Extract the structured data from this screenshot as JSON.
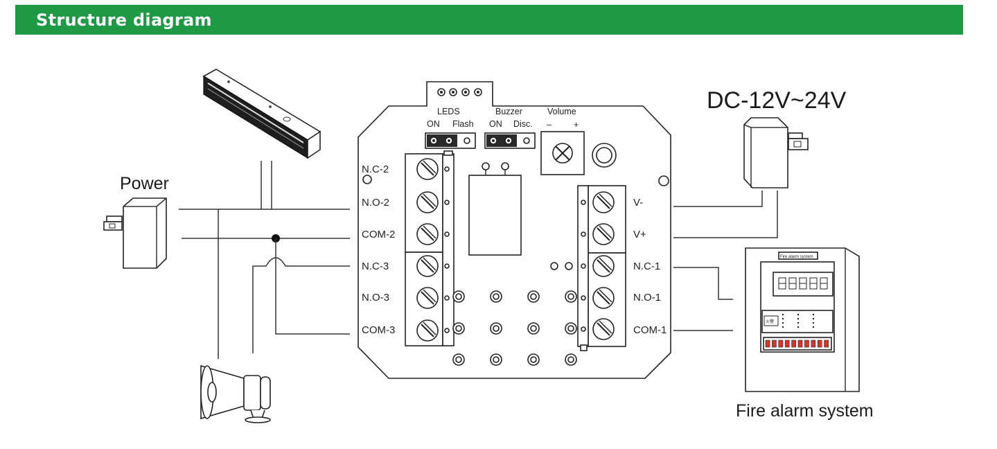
{
  "header": {
    "title": "Structure diagram"
  },
  "board": {
    "leds_label": "LEDS",
    "leds_on": "ON",
    "leds_flash": "Flash",
    "buzzer_label": "Buzzer",
    "buzzer_on": "ON",
    "buzzer_disc": "Disc.",
    "volume_label": "Volume",
    "volume_minus": "–",
    "volume_plus": "+",
    "left_terminals": [
      "N.C-2",
      "N.O-2",
      "COM-2",
      "N.C-3",
      "N.O-3",
      "COM-3"
    ],
    "right_terminals": [
      "V-",
      "V+",
      "N.C-1",
      "N.O-1",
      "COM-1"
    ]
  },
  "labels": {
    "power": "Power",
    "dc_voltage": "DC-12V~24V",
    "fire_alarm": "Fire alarm system",
    "fire_panel_plate": "Fire alarm system",
    "fire_panel_badge": "火警"
  },
  "colors": {
    "banner": "#1e9a45",
    "banner_text": "#ffffff",
    "line": "#333333",
    "panel_led": "#d9342b"
  }
}
